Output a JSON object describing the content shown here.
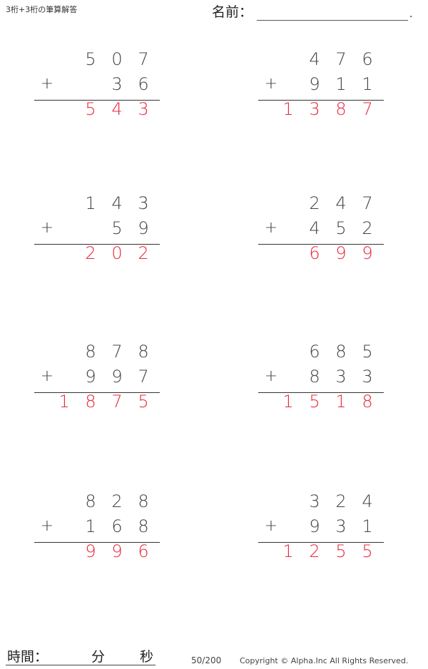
{
  "header": {
    "title": "3桁+3桁の筆算解答",
    "name_label": "名前：",
    "name_end": "."
  },
  "answer_color": "#e8283c",
  "problems": [
    {
      "top": [
        "5",
        "0",
        "7"
      ],
      "bottom": [
        "3",
        "6"
      ],
      "operator": "+",
      "answer": [
        "5",
        "4",
        "3"
      ]
    },
    {
      "top": [
        "4",
        "7",
        "6"
      ],
      "bottom": [
        "9",
        "1",
        "1"
      ],
      "operator": "+",
      "answer": [
        "1",
        "3",
        "8",
        "7"
      ]
    },
    {
      "top": [
        "1",
        "4",
        "3"
      ],
      "bottom": [
        "5",
        "9"
      ],
      "operator": "+",
      "answer": [
        "2",
        "0",
        "2"
      ]
    },
    {
      "top": [
        "2",
        "4",
        "7"
      ],
      "bottom": [
        "4",
        "5",
        "2"
      ],
      "operator": "+",
      "answer": [
        "6",
        "9",
        "9"
      ]
    },
    {
      "top": [
        "8",
        "7",
        "8"
      ],
      "bottom": [
        "9",
        "9",
        "7"
      ],
      "operator": "+",
      "answer": [
        "1",
        "8",
        "7",
        "5"
      ]
    },
    {
      "top": [
        "6",
        "8",
        "5"
      ],
      "bottom": [
        "8",
        "3",
        "3"
      ],
      "operator": "+",
      "answer": [
        "1",
        "5",
        "1",
        "8"
      ]
    },
    {
      "top": [
        "8",
        "2",
        "8"
      ],
      "bottom": [
        "1",
        "6",
        "8"
      ],
      "operator": "+",
      "answer": [
        "9",
        "9",
        "6"
      ]
    },
    {
      "top": [
        "3",
        "2",
        "4"
      ],
      "bottom": [
        "9",
        "3",
        "1"
      ],
      "operator": "+",
      "answer": [
        "1",
        "2",
        "5",
        "5"
      ]
    }
  ],
  "footer": {
    "time_label": "時間：",
    "minutes_label": "分",
    "seconds_label": "秒",
    "page": "50/200",
    "copyright": "Copyright © Alpha.Inc All Rights Reserved."
  }
}
